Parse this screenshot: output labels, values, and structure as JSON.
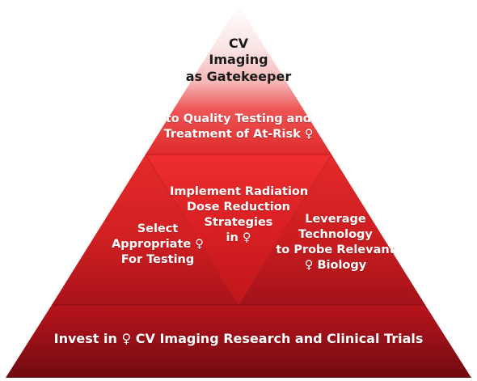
{
  "diagram": {
    "female_symbol": "♀",
    "apex": {
      "lines": [
        "CV",
        "Imaging",
        "as Gatekeeper"
      ]
    },
    "top_tier": {
      "line1": "to Quality Testing and",
      "line2_prefix": "Treatment of At-Risk"
    },
    "left_tier": {
      "line1": "Select",
      "line2_prefix": "Appropriate",
      "line3": "For Testing"
    },
    "center_tier": {
      "line1": "Implement Radiation",
      "line2": "Dose Reduction",
      "line3": "Strategies",
      "line4_prefix": "in"
    },
    "right_tier": {
      "line1": "Leverage",
      "line2": "Technology",
      "line3": "to Probe Relevant",
      "line4_suffix": "Biology"
    },
    "base_tier": {
      "prefix": "Invest in",
      "suffix": "CV Imaging Research and Clinical Trials"
    },
    "colors": {
      "apex_light": "#ffffff",
      "apex_mid": "#f6c8c8",
      "red_bright": "#ee2b2b",
      "red_mid": "#d41d1d",
      "red_dark": "#a30f16",
      "maroon": "#7a0c12"
    }
  }
}
